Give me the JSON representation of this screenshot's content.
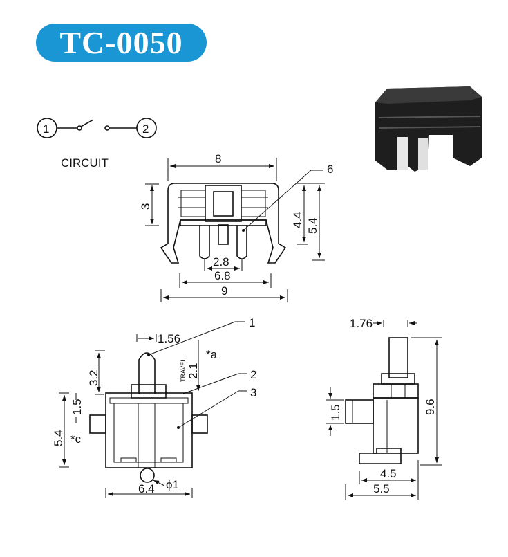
{
  "title": "TC-0050",
  "circuit": {
    "terminal_1": "1",
    "terminal_2": "2",
    "label": "CIRCUIT"
  },
  "top_view": {
    "width_8": "8",
    "height_3": "3",
    "height_4_4": "4.4",
    "height_5_4": "5.4",
    "pitch_2_8": "2.8",
    "span_6_8": "6.8",
    "overall_9": "9",
    "callout_6": "6"
  },
  "front_view": {
    "callout_1": "1",
    "plunger_1_56": "1.56",
    "note_a": "*a",
    "travel_label": "TRAVEL",
    "travel_2_1": "2.1",
    "callout_2": "2",
    "callout_3": "3",
    "height_3_2": "3.2",
    "offset_1_5": "1.5",
    "height_5_4": "5.4",
    "note_c": "*c",
    "diameter_1": "ϕ1",
    "width_6_4": "6.4"
  },
  "side_view": {
    "plunger_1_76": "1.76",
    "height_9_6": "9.6",
    "tab_1_5": "1.5",
    "width_4_5": "4.5",
    "width_5_5": "5.5"
  }
}
